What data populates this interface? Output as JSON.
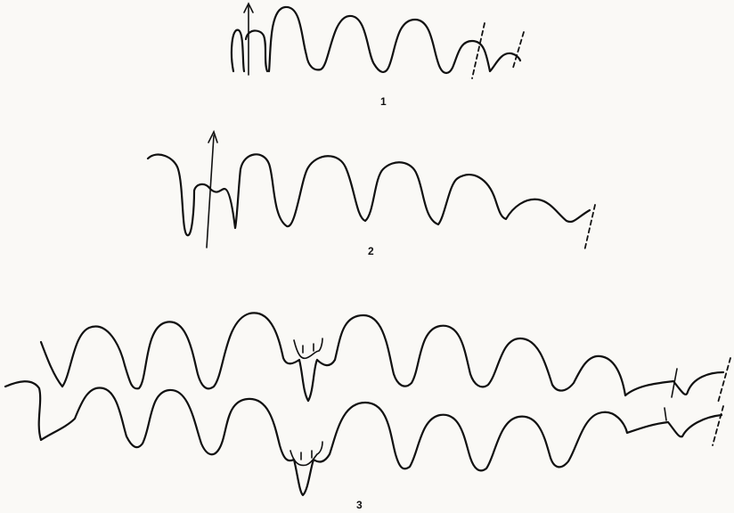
{
  "figure": {
    "labels": {
      "fig1": "1",
      "fig2": "2",
      "fig3": "3"
    },
    "colors": {
      "ink": "#111111",
      "paper": "#faf9f6"
    }
  }
}
